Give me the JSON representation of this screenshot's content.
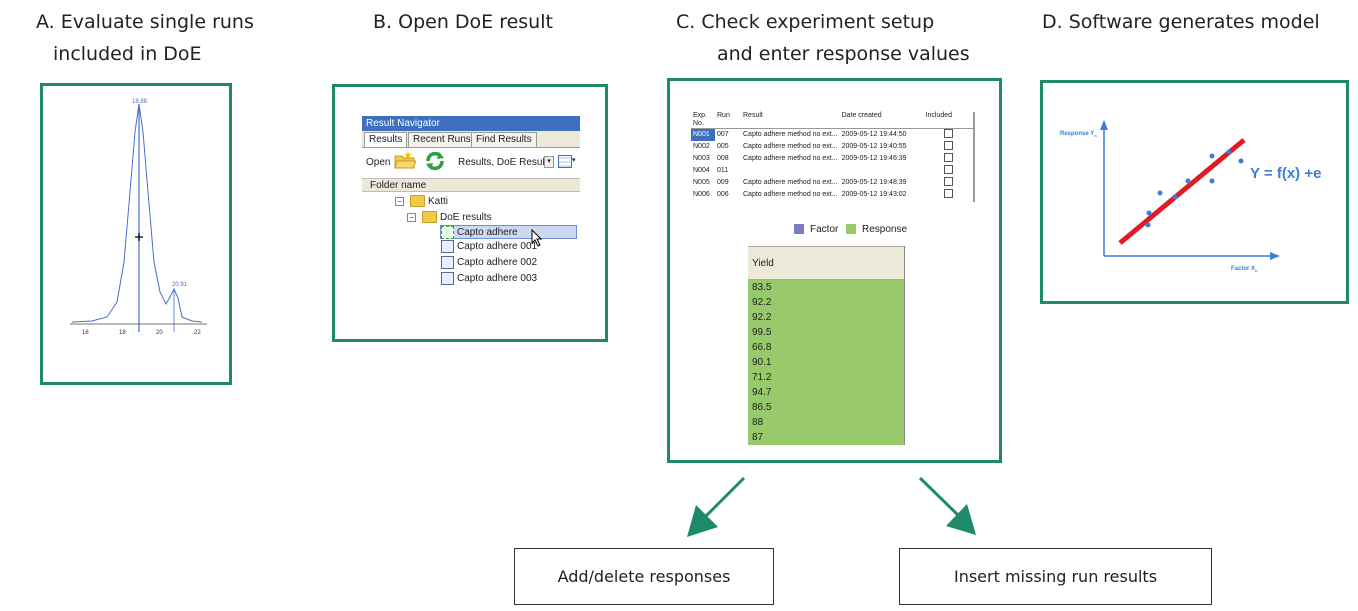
{
  "steps": {
    "a": {
      "line1": "A. Evaluate single runs",
      "line2": "included in DoE"
    },
    "b": {
      "line1": "B. Open DoE result"
    },
    "c": {
      "line1": "C. Check experiment setup",
      "line2": "and enter response values"
    },
    "d": {
      "line1": "D. Software generates model"
    }
  },
  "chromatogram": {
    "peak1_label": "18.88",
    "peak2_label": "20.91",
    "x_ticks": [
      "16",
      "18",
      "20",
      "22"
    ]
  },
  "result_navigator": {
    "title": "Result Navigator",
    "tabs": [
      "Results",
      "Recent Runs",
      "Find Results"
    ],
    "open_label": "Open",
    "filter_value": "Results, DoE Results",
    "folder_header": "Folder name",
    "tree": [
      "Katti",
      "DoE results",
      "Capto adhere",
      "Capto adhere 001",
      "Capto adhere 002",
      "Capto adhere 003"
    ]
  },
  "experiment_table": {
    "headers": [
      "Exp. No.",
      "Run",
      "Result",
      "Date created",
      "Included"
    ],
    "rows": [
      [
        "N001",
        "007",
        "Capto adhere method no ext...",
        "2009-05-12 19:44:50"
      ],
      [
        "N002",
        "005",
        "Capto adhere method no ext...",
        "2009-05-12 19:40:55"
      ],
      [
        "N003",
        "008",
        "Capto adhere method no ext...",
        "2009-05-12 19:46:39"
      ],
      [
        "N004",
        "011",
        "",
        ""
      ],
      [
        "N005",
        "009",
        "Capto adhere method no ext...",
        "2009-05-12 19:48:39"
      ],
      [
        "N006",
        "006",
        "Capto adhere method no ext...",
        "2009-05-12 19:43:02"
      ]
    ],
    "legend_factor": "Factor",
    "legend_response": "Response",
    "factor_color": "#7b7bc4",
    "response_color": "#98c96a",
    "yield_header": "Yield",
    "yield_values": [
      "83.5",
      "92.2",
      "92.2",
      "99.5",
      "66.8",
      "90.1",
      "71.2",
      "94.7",
      "86.5",
      "88",
      "87"
    ]
  },
  "model_plot": {
    "ylabel": "Response Y",
    "ylabel_sub": "n",
    "xlabel": "Factor X",
    "xlabel_sub": "n",
    "equation": "Y = f(x) +e",
    "line_color": "#e01b24",
    "point_color": "#3c7dd9"
  },
  "actions": {
    "add_delete": "Add/delete responses",
    "insert_missing": "Insert missing run results"
  },
  "accent_color": "#1e8a6a"
}
